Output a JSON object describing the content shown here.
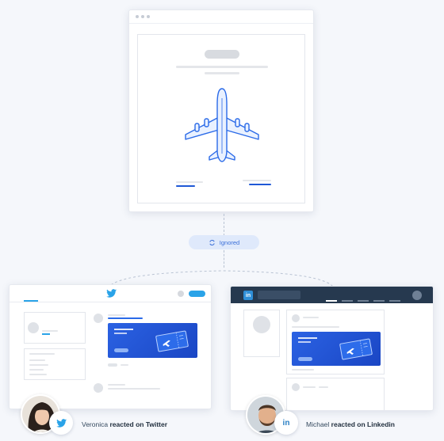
{
  "status": {
    "ignored_label": "Ignored"
  },
  "twitter_reaction": {
    "name": "Veronica",
    "action": "reacted on Twitter"
  },
  "linkedin_reaction": {
    "name": "Michael",
    "action": "reacted on Linkedin",
    "logo_text": "in"
  },
  "colors": {
    "accent_blue": "#1f58d6",
    "twitter_blue": "#2aa3e8",
    "linkedin_navy": "#26394f"
  },
  "icons": [
    "airplane-icon",
    "refresh-icon",
    "twitter-icon",
    "linkedin-icon",
    "ticket-icon"
  ]
}
